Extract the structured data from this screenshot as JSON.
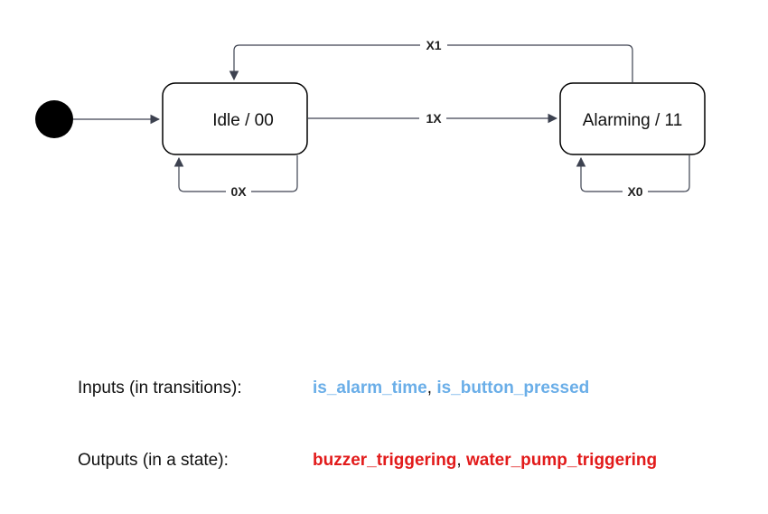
{
  "states": {
    "idle": {
      "label": "Idle / 00"
    },
    "alarming": {
      "label": "Alarming / 11"
    }
  },
  "transitions": {
    "idle_to_alarming": {
      "label": "1X"
    },
    "alarming_to_idle": {
      "label": "X1"
    },
    "idle_self": {
      "label": "0X"
    },
    "alarming_self": {
      "label": "X0"
    }
  },
  "legend": {
    "inputs": {
      "label": "Inputs (in transitions):",
      "signals": [
        "is_alarm_time",
        "is_button_pressed"
      ],
      "separator": ",",
      "color": "#6aaee8"
    },
    "outputs": {
      "label": "Outputs (in a state):",
      "signals": [
        "buzzer_triggering",
        "water_pump_triggering"
      ],
      "separator": ",",
      "color": "#e21b1b"
    }
  },
  "colors": {
    "edge": "#3d4250",
    "state_border": "#000000",
    "initial_node": "#000000"
  }
}
